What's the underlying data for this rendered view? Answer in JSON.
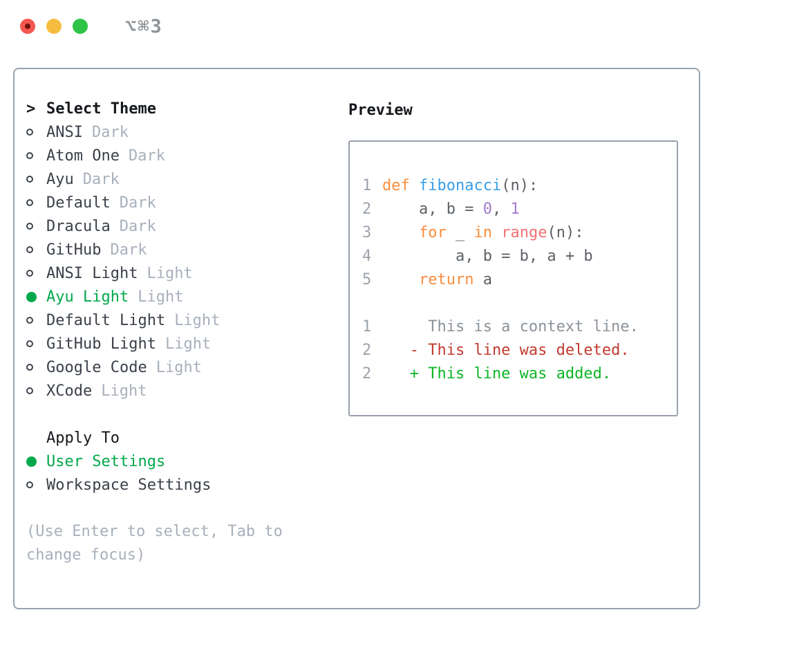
{
  "window": {
    "title": "⌥⌘3",
    "traffic_lights": [
      "close",
      "minimize",
      "zoom"
    ]
  },
  "colors": {
    "border": "#98a1ad",
    "text": "#3a4049",
    "text-strong": "#15181c",
    "muted": "#a8b0bb",
    "green": "#00a84b",
    "code-plain": "#5c6166",
    "code-kw": "#fa8d3e",
    "code-fn": "#399ee6",
    "code-num": "#a37acc",
    "code-call": "#f07171",
    "code-lnum": "#9ca3ac",
    "diff-ctx": "#8b939b",
    "diff-del": "#c23a2e",
    "diff-add": "#0cb625",
    "title-gray": "#8e939a",
    "tl-red": "#f4574f",
    "tl-red-dot": "#70110d",
    "tl-yellow": "#f5bd40",
    "tl-green": "#2fc348"
  },
  "theme_list": {
    "prompt": ">",
    "header": "Select Theme",
    "items": [
      {
        "label": "ANSI",
        "variant": "Dark",
        "selected": false
      },
      {
        "label": "Atom One",
        "variant": "Dark",
        "selected": false
      },
      {
        "label": "Ayu",
        "variant": "Dark",
        "selected": false
      },
      {
        "label": "Default",
        "variant": "Dark",
        "selected": false
      },
      {
        "label": "Dracula",
        "variant": "Dark",
        "selected": false
      },
      {
        "label": "GitHub",
        "variant": "Dark",
        "selected": false
      },
      {
        "label": "ANSI Light",
        "variant": "Light",
        "selected": false
      },
      {
        "label": "Ayu Light",
        "variant": "Light",
        "selected": true
      },
      {
        "label": "Default Light",
        "variant": "Light",
        "selected": false
      },
      {
        "label": "GitHub Light",
        "variant": "Light",
        "selected": false
      },
      {
        "label": "Google Code",
        "variant": "Light",
        "selected": false
      },
      {
        "label": "XCode",
        "variant": "Light",
        "selected": false
      }
    ]
  },
  "apply_to": {
    "header": "Apply To",
    "items": [
      {
        "label": "User Settings",
        "selected": true
      },
      {
        "label": "Workspace Settings",
        "selected": false
      }
    ]
  },
  "footer": {
    "hint_line1": "(Use Enter to select, Tab to",
    "hint_line2": "change focus)"
  },
  "preview": {
    "header": "Preview",
    "code_lines": [
      {
        "num": "1",
        "tokens": [
          {
            "t": "def ",
            "c": "kw"
          },
          {
            "t": "fibonacci",
            "c": "fn"
          },
          {
            "t": "(n):",
            "c": "pl"
          }
        ]
      },
      {
        "num": "2",
        "tokens": [
          {
            "t": "    a, b = ",
            "c": "pl"
          },
          {
            "t": "0",
            "c": "num"
          },
          {
            "t": ", ",
            "c": "pl"
          },
          {
            "t": "1",
            "c": "num"
          }
        ]
      },
      {
        "num": "3",
        "tokens": [
          {
            "t": "    ",
            "c": "pl"
          },
          {
            "t": "for",
            "c": "kw"
          },
          {
            "t": " _ ",
            "c": "pl"
          },
          {
            "t": "in",
            "c": "kw"
          },
          {
            "t": " ",
            "c": "pl"
          },
          {
            "t": "range",
            "c": "call"
          },
          {
            "t": "(n):",
            "c": "pl"
          }
        ]
      },
      {
        "num": "4",
        "tokens": [
          {
            "t": "        a, b = b, a + b",
            "c": "pl"
          }
        ]
      },
      {
        "num": "5",
        "tokens": [
          {
            "t": "    ",
            "c": "pl"
          },
          {
            "t": "return",
            "c": "kw"
          },
          {
            "t": " a",
            "c": "pl"
          }
        ]
      }
    ],
    "diff_lines": [
      {
        "num": "1",
        "tokens": [
          {
            "t": "     This is a context line.",
            "c": "ctx"
          }
        ]
      },
      {
        "num": "2",
        "tokens": [
          {
            "t": "   - This line was deleted.",
            "c": "del"
          }
        ]
      },
      {
        "num": "2",
        "tokens": [
          {
            "t": "   + This line was added.",
            "c": "add"
          }
        ]
      }
    ]
  }
}
